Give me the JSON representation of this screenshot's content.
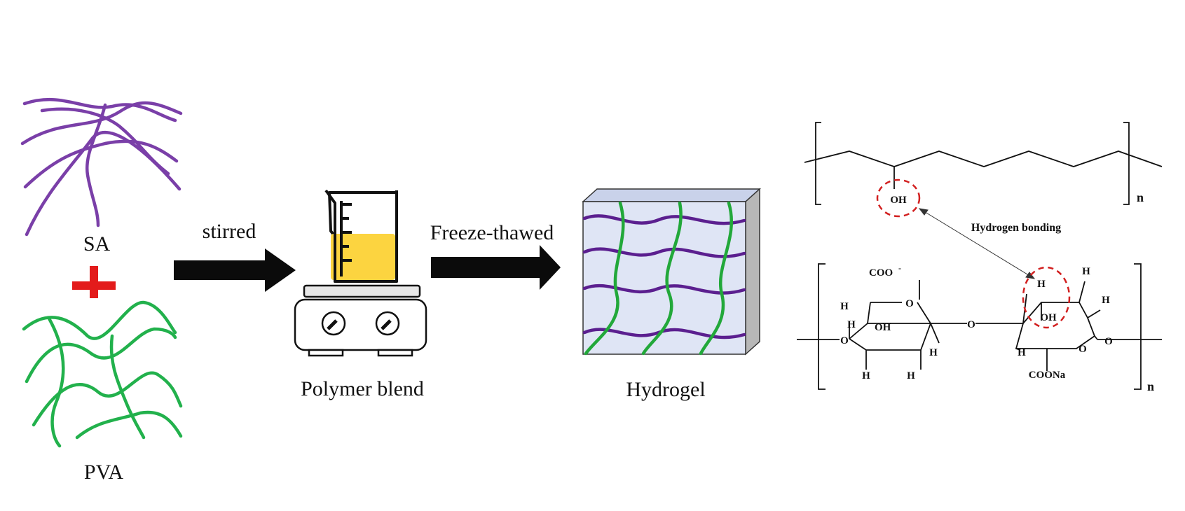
{
  "labels": {
    "sa": "SA",
    "pva": "PVA",
    "stirred": "stirred",
    "freeze_thawed": "Freeze-thawed",
    "polymer_blend": "Polymer blend",
    "hydrogel": "Hydrogel"
  },
  "chemistry": {
    "pva_oh": "OH",
    "pva_n": "n",
    "hydrogen_bonding": "Hydrogen bonding",
    "sa_coo": "COO",
    "sa_coo_charge": "-",
    "sa_coona": "COONa",
    "sa_oh_left": "OH",
    "sa_oh_right": "OH",
    "sa_n": "n",
    "h": "H",
    "o": "O"
  },
  "colors": {
    "sa_chain": "#7a3fa8",
    "pva_chain": "#22b14c",
    "plus": "#e31b1b",
    "arrow": "#0b0b0b",
    "liquid": "#fcd440",
    "gel_face": "#dfe5f5",
    "gel_side": "#b8b8b8",
    "gel_chain_purple": "#5b1f8f",
    "gel_chain_green": "#22a83a",
    "hbond_circle": "#d22020"
  }
}
